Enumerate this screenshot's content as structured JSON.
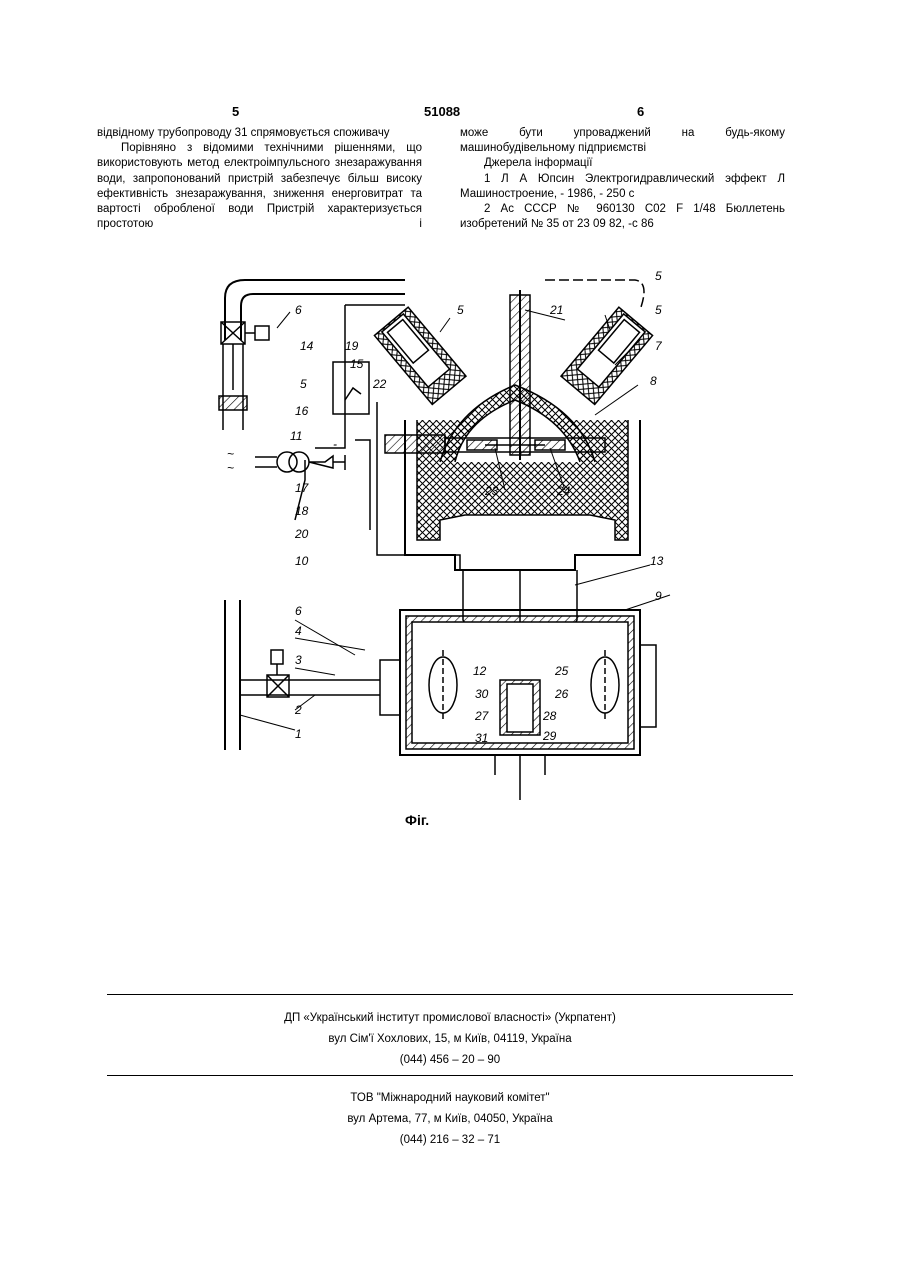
{
  "header": {
    "page_left": "5",
    "patent_number": "51088",
    "page_right": "6"
  },
  "left_column": {
    "p1": "відвідному трубопроводу 31 спрямовується споживачу",
    "p2": "Порівняно з відомими технічними рішеннями, що використовують метод електроімпульсного знезаражування води, запропонований пристрій забезпечує більш високу ефективність знезаражування, зниження енерговитрат та вартості обробленої води Пристрій характеризується простотою і"
  },
  "right_column": {
    "p1": "може бути упроваджений на будь-якому машинобудівельному підприємстві",
    "sources_heading": "Джерела інформації",
    "ref1": "1 Л А Юпсин Электрогидравлический эффект Л Машиностроение, - 1986, - 250 с",
    "ref2": "2 Ас СССР № 960130 С02 F 1/48 Бюллетень изобретений № 35 от 23 09 82, -с 86"
  },
  "figure": {
    "caption": "Фіг.",
    "labels": {
      "l1": "1",
      "l2": "2",
      "l3": "3",
      "l4": "4",
      "l5": "5",
      "l6": "6",
      "l7": "7",
      "l8": "8",
      "l9": "9",
      "l10": "10",
      "l11": "11",
      "l12": "12",
      "l13": "13",
      "l14": "14",
      "l15": "15",
      "l16": "16",
      "l17": "17",
      "l18": "18",
      "l19": "19",
      "l20": "20",
      "l21": "21",
      "l22": "22",
      "l23": "23",
      "l24": "24",
      "l25": "25",
      "l26": "26",
      "l27": "27",
      "l28": "28",
      "l29": "29",
      "l30": "30",
      "l31": "31",
      "l5b": "5",
      "l5c": "5",
      "l5d": "5",
      "l6b": "6",
      "minus": "-",
      "tilde1": "~",
      "tilde2": "~"
    }
  },
  "footer": {
    "org1_name": "ДП «Український інститут промислової власності» (Укрпатент)",
    "org1_address": "вул Сім'ї Хохлових, 15, м Київ, 04119, Україна",
    "org1_phone": "(044) 456 – 20 – 90",
    "org2_name": "ТОВ \"Міжнародний науковий комітет\"",
    "org2_address": "вул Артема, 77, м Київ, 04050, Україна",
    "org2_phone": "(044) 216 – 32 – 71"
  }
}
